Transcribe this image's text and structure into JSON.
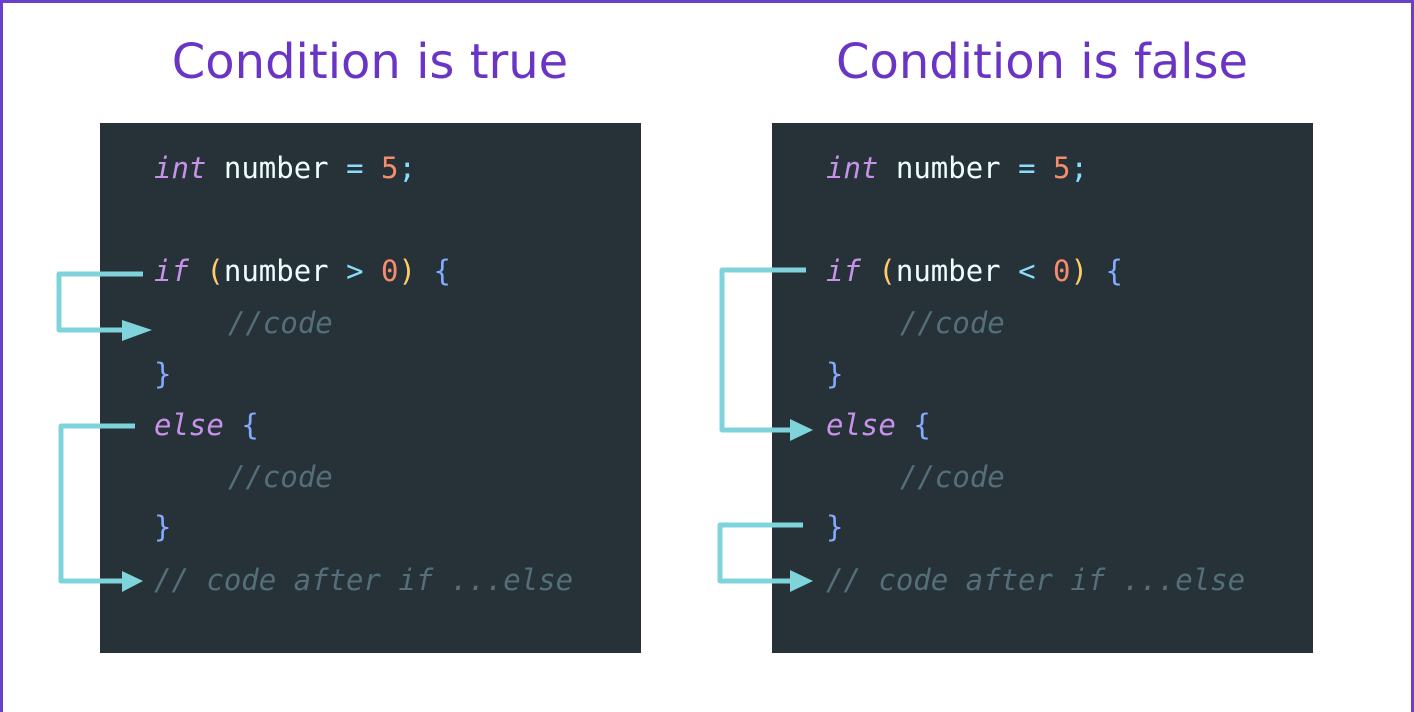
{
  "panels": [
    {
      "title": "Condition is true",
      "code": {
        "decl_kw": "int",
        "decl_name": "number",
        "decl_eq": "=",
        "decl_val": "5",
        "decl_semi": ";",
        "if_kw": "if",
        "if_open": "(",
        "if_var": "number",
        "if_op": ">",
        "if_zero": "0",
        "if_close": ")",
        "if_brace": "{",
        "comment_if": "//code",
        "close_if": "}",
        "else_kw": "else",
        "else_brace": "{",
        "comment_else": "//code",
        "close_else": "}",
        "comment_after": "// code after if ...else"
      }
    },
    {
      "title": "Condition is false",
      "code": {
        "decl_kw": "int",
        "decl_name": "number",
        "decl_eq": "=",
        "decl_val": "5",
        "decl_semi": ";",
        "if_kw": "if",
        "if_open": "(",
        "if_var": "number",
        "if_op": "<",
        "if_zero": "0",
        "if_close": ")",
        "if_brace": "{",
        "comment_if": "//code",
        "close_if": "}",
        "else_kw": "else",
        "else_brace": "{",
        "comment_else": "//code",
        "close_else": "}",
        "comment_after": "// code after if ...else"
      }
    }
  ],
  "colors": {
    "title": "#6a35c4",
    "frame": "#6c3fc9",
    "code_bg": "#263238",
    "arrow": "#7fd4dc"
  }
}
